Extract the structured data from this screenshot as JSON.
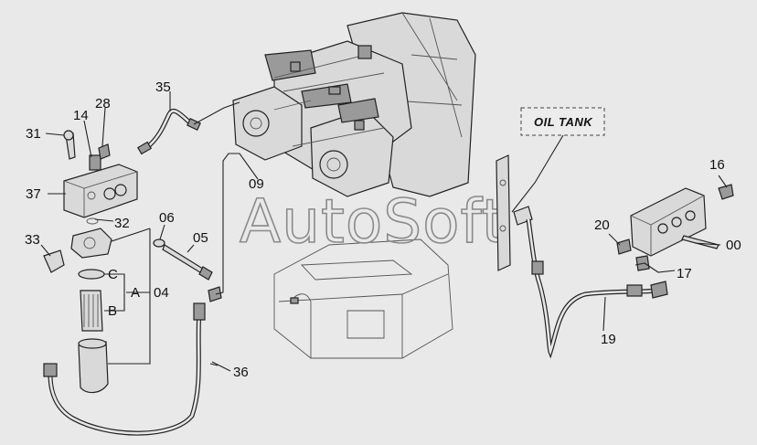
{
  "watermark": "AutoSoft",
  "oil_tank_label": "OIL TANK",
  "callouts": {
    "p35": "35",
    "p28": "28",
    "p14": "14",
    "p31": "31",
    "p37": "37",
    "p09": "09",
    "p32": "32",
    "p06": "06",
    "p33": "33",
    "p05": "05",
    "pC": "C",
    "pA": "A",
    "p04": "04",
    "pB": "B",
    "p36": "36",
    "p16": "16",
    "p20": "20",
    "p00": "00",
    "p17": "17",
    "p19": "19"
  }
}
